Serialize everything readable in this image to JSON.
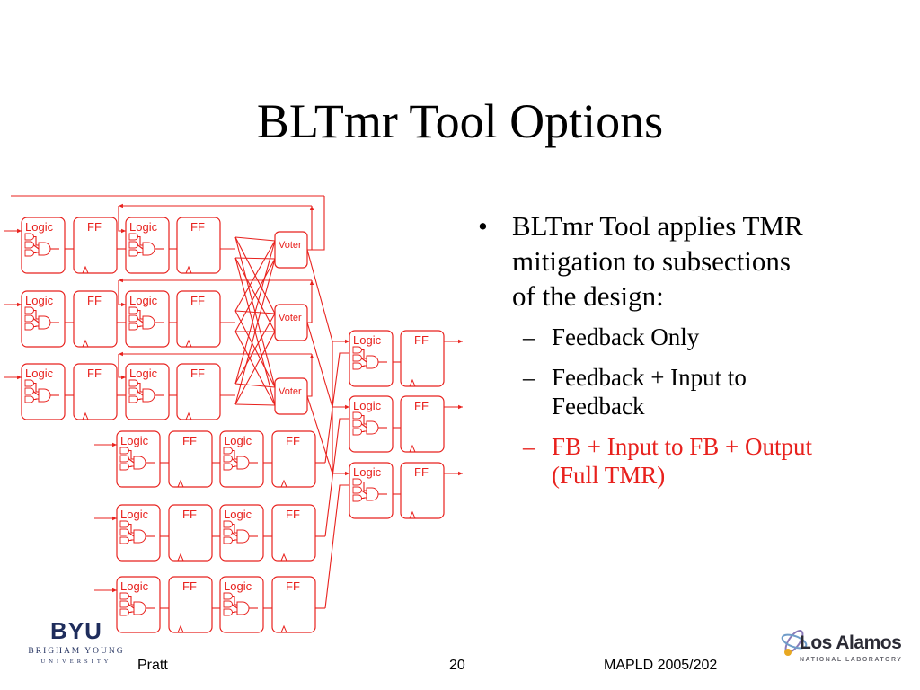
{
  "slide": {
    "title": "BLTmr Tool Options",
    "bullets": [
      {
        "text": "BLTmr Tool applies TMR mitigation to subsections of the design:",
        "sub": [
          {
            "text": "Feedback Only",
            "highlight": false
          },
          {
            "text": "Feedback + Input to Feedback",
            "highlight": false
          },
          {
            "text": "FB + Input to FB + Output (Full TMR)",
            "highlight": true
          }
        ]
      }
    ],
    "colors": {
      "diagram": "#e8211d",
      "highlight_text": "#e8211d",
      "byu_blue": "#1f2d5c"
    }
  },
  "diagram": {
    "logic_label": "Logic",
    "ff_label": "FF",
    "voter_label": "Voter"
  },
  "footer": {
    "author": "Pratt",
    "page": "20",
    "event": "MAPLD 2005/202"
  },
  "logos": {
    "byu": {
      "mark": "BYU",
      "name": "BRIGHAM YOUNG",
      "sub": "UNIVERSITY"
    },
    "lanl": {
      "name": "Los Alamos",
      "sub": "NATIONAL LABORATORY",
      "icon": "los-alamos-atom-icon"
    }
  }
}
